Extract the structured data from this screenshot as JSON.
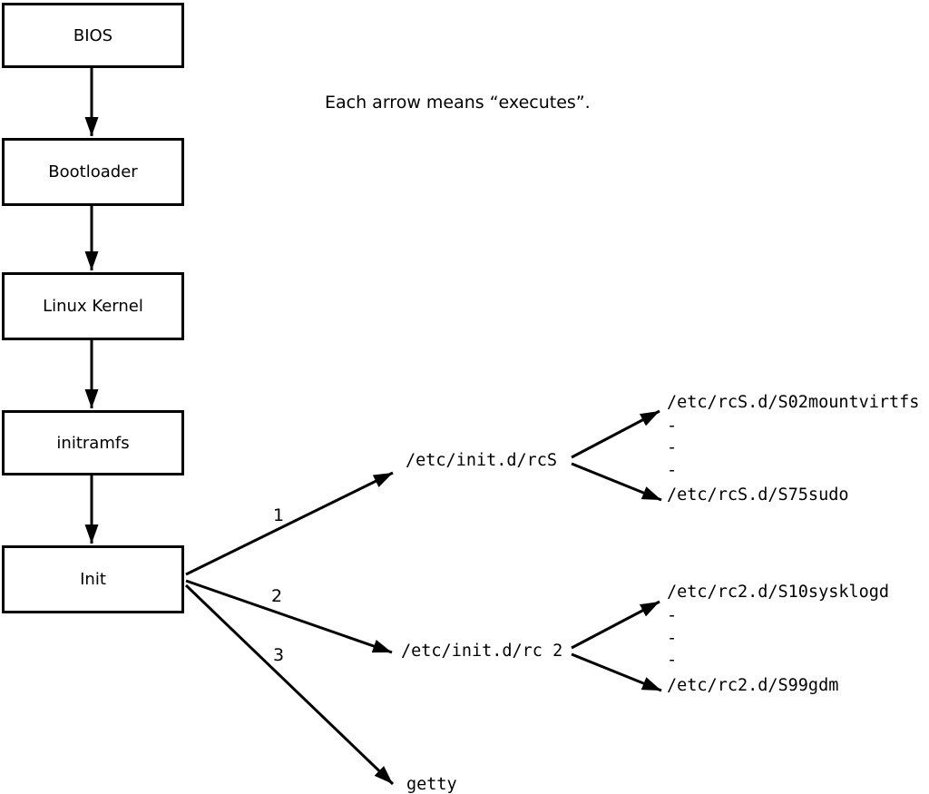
{
  "note": "Each arrow means “executes”.",
  "colors": {
    "background": "#ffffff",
    "ink": "#000000"
  },
  "boot_chain": [
    {
      "label": "BIOS"
    },
    {
      "label": "Bootloader"
    },
    {
      "label": "Linux Kernel"
    },
    {
      "label": "initramfs"
    },
    {
      "label": "Init"
    }
  ],
  "init_branches": [
    {
      "number": "1",
      "target": "/etc/init.d/rcS",
      "children": [
        "/etc/rcS.d/S02mountvirtfs",
        "-",
        "-",
        "-",
        "/etc/rcS.d/S75sudo"
      ]
    },
    {
      "number": "2",
      "target": "/etc/init.d/rc 2",
      "children": [
        "/etc/rc2.d/S10sysklogd",
        "-",
        "-",
        "-",
        "/etc/rc2.d/S99gdm"
      ]
    },
    {
      "number": "3",
      "target": "getty"
    }
  ]
}
